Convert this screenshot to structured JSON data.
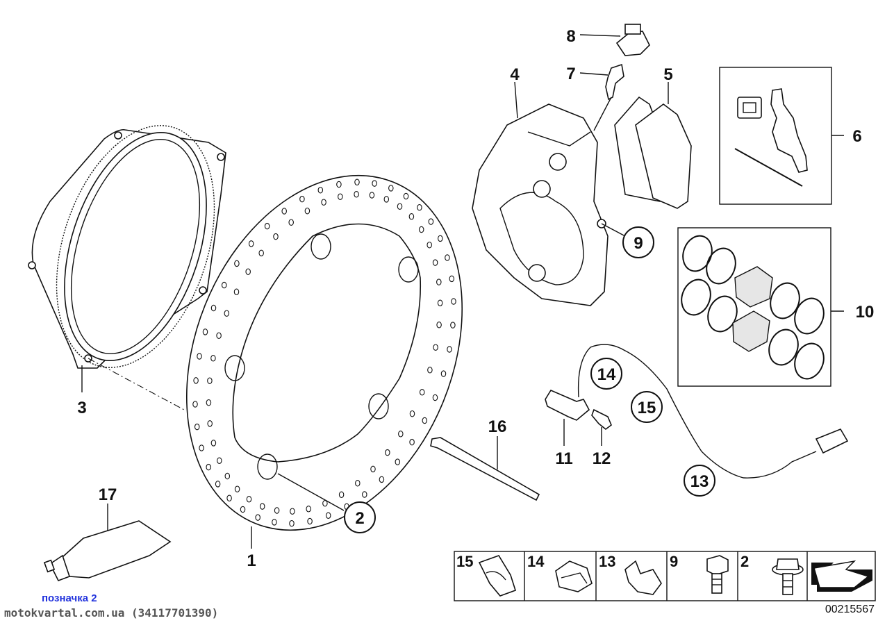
{
  "callouts": {
    "c1": "1",
    "c2": "2",
    "c3": "3",
    "c4": "4",
    "c5": "5",
    "c6": "6",
    "c7": "7",
    "c8": "8",
    "c9": "9",
    "c10": "10",
    "c11": "11",
    "c12": "12",
    "c13": "13",
    "c14": "14",
    "c15": "15",
    "c16": "16",
    "c17": "17"
  },
  "legend": {
    "cells": [
      {
        "label": "15",
        "icon": "clip-icon"
      },
      {
        "label": "14",
        "icon": "clamp-icon"
      },
      {
        "label": "13",
        "icon": "cable-holder-icon"
      },
      {
        "label": "9",
        "icon": "hex-bolt-icon"
      },
      {
        "label": "2",
        "icon": "torx-bolt-icon"
      }
    ]
  },
  "footer": {
    "caption": "позначка 2",
    "site": "motokvartal.com.ua (34117701390)",
    "code": "00215567"
  }
}
